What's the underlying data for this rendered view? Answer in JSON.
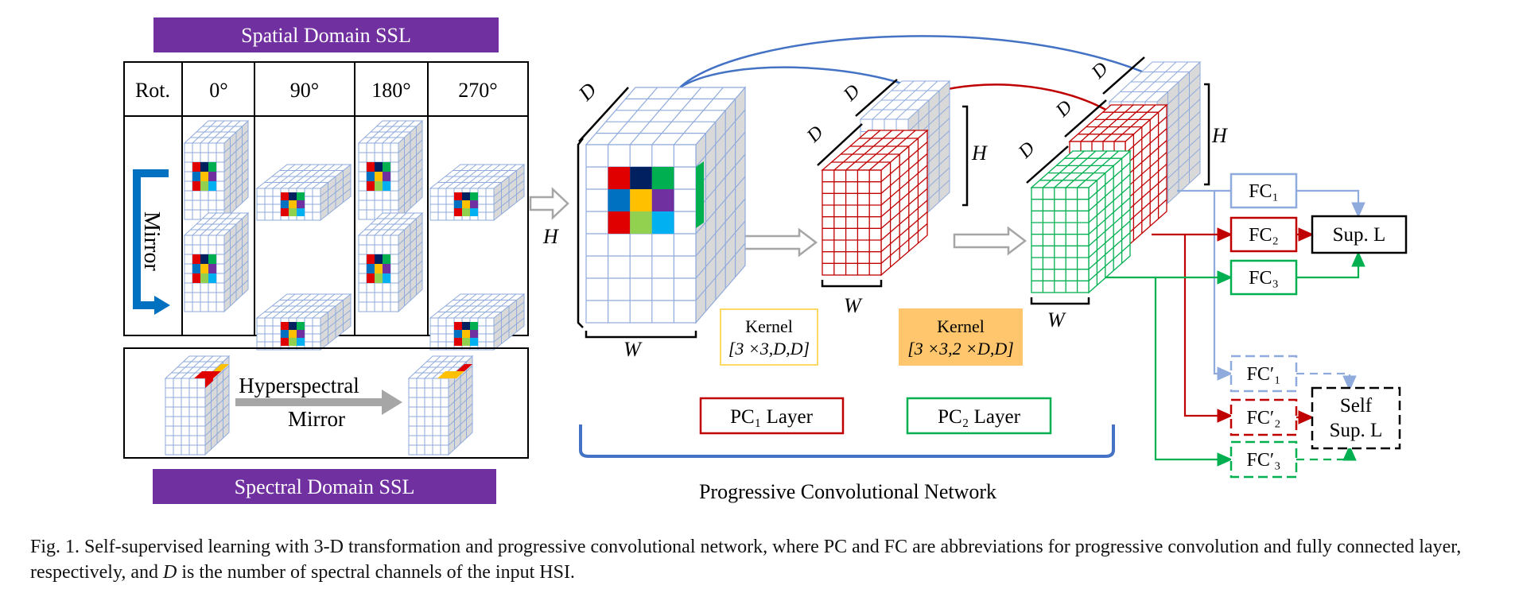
{
  "spatial_panel": {
    "banner": "Spatial Domain SSL",
    "header": {
      "rot": "Rot.",
      "angles": [
        "0°",
        "90°",
        "180°",
        "270°"
      ]
    },
    "mirror_label": "Mirror"
  },
  "spectral_panel": {
    "banner": "Spectral Domain SSL",
    "arrow_label_line1": "Hyperspectral",
    "arrow_label_line2": "Mirror"
  },
  "network": {
    "title": "Progressive Convolutional Network",
    "dim_D": "D",
    "dim_H": "H",
    "dim_W": "W",
    "kernel1_title": "Kernel",
    "kernel1_spec": "[3 ×3,D,D]",
    "kernel2_title": "Kernel",
    "kernel2_spec": "[3 ×3,2 ×D,D]",
    "pc1_label": "PC₁ Layer",
    "pc2_label": "PC₂ Layer"
  },
  "heads": {
    "fc1": "FC₁",
    "fc2": "FC₂",
    "fc3": "FC₃",
    "fc1p": "FC′₁",
    "fc2p": "FC′₂",
    "fc3p": "FC′₃",
    "sup_loss": "Sup. L",
    "self_sup_line1": "Self",
    "self_sup_line2": "Sup. L"
  },
  "caption": {
    "part1": "Fig. 1.   Self-supervised learning with 3-D transformation and progressive convolutional network, where PC and FC are abbreviations for progressive convolution and fully connected layer, respectively, and ",
    "symbol": "D",
    "part2": " is the number of spectral channels of the input HSI."
  },
  "colors": {
    "banner": "#7030a0",
    "grid_blue": "#8faadc",
    "arrow_blue": "#4472c4",
    "red": "#c00000",
    "green": "#00b050",
    "kernel1_border": "#ffd966",
    "kernel2_fill": "#ffc66d",
    "gray_arrow": "#a6a6a6"
  }
}
